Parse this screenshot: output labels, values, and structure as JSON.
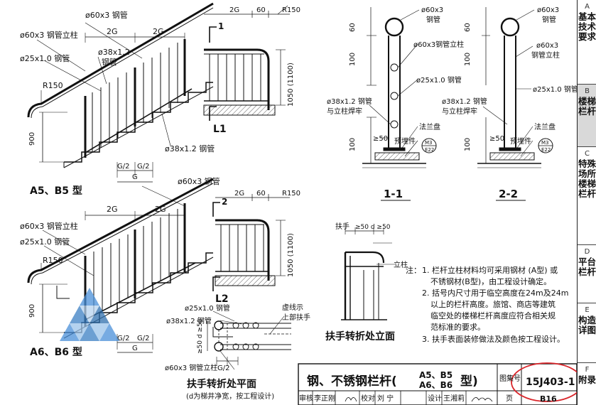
{
  "views": {
    "a5_label": "A5、B5 型",
    "a6_label": "A6、B6 型",
    "plan_title": "扶手转折处平面",
    "plan_note": "(d为梯井净宽，按工程设计)",
    "elev_title": "扶手转折处立面",
    "section1_label": "1-1",
    "section2_label": "2-2",
    "detail1_marker": "1",
    "detail1_label": "L1",
    "detail2_marker": "2",
    "detail2_label": "L2"
  },
  "dims": {
    "two_g": "2G",
    "g": "G",
    "g_half": "G/2",
    "d60": "60",
    "d100": "100",
    "d50": "≥50",
    "d900": "900",
    "d1050": "1050 (1100)",
    "elev_dim": "≥50 d ≥50",
    "plan_dim": "≥50 d ≥50"
  },
  "labels": {
    "rail60": "ø60x3 钢管",
    "post60": "ø60x3 钢管立柱",
    "bar25": "ø25x1.0 钢管",
    "bar38_a": "ø38x1.2",
    "bar38_b": "钢管",
    "bar38_full": "ø38x1.2 钢管",
    "r150": "R150",
    "s1_rail_a": "ø60x3",
    "s1_rail_b": "钢管",
    "s1_post": "ø60x3钢管立柱",
    "s1_bar25": "ø25x1.0 钢管",
    "s1_weld_a": "ø38x1.2 钢管",
    "s1_weld_b": "与立柱焊牢",
    "flange": "法兰盘",
    "embed": "预埋件",
    "embed_tag_a": "M3",
    "embed_tag_b": "E22",
    "s2_rail_a": "ø60x3",
    "s2_rail_b": "钢管",
    "s2_post_a": "ø60x3",
    "s2_post_b": "钢管立柱",
    "s2_bar25": "ø25x1.0 钢管",
    "s2_weld_a": "ø38x1.2 钢管",
    "s2_weld_b": "与立柱焊牢",
    "handrail": "扶手",
    "post": "立柱",
    "dash_note_a": "虚线示",
    "dash_note_b": "上部扶手"
  },
  "notes": {
    "prefix": "注：",
    "lines": [
      "1. 栏杆立柱材料均可采用钢材 (A型) 或",
      "不锈钢材(B型)，由工程设计确定。",
      "2. 括号内尺寸用于临空高度在24m及24m",
      "以上的栏杆高度。旅馆、商店等建筑",
      "临空处的楼梯栏杆高度应符合相关规",
      "范标准的要求。",
      "3. 扶手表面装修做法及颜色按工程设计。"
    ]
  },
  "title_block": {
    "title_a": "钢、不锈钢栏杆(",
    "title_b": "A5、B5",
    "title_c": "A6、B6",
    "title_d": "型)",
    "atlas_label": "图集号",
    "atlas_no": "15J403-1",
    "review_label": "审核",
    "reviewer": "李正刚",
    "check_label": "校对",
    "checker": "刘 宁",
    "design_label": "设计",
    "designer": "王湘莉",
    "page_label": "页",
    "page_no": "B16",
    "circle_color": "#d9262b"
  },
  "sidebar": [
    {
      "code": "A",
      "text": "基本技术要求",
      "active": false
    },
    {
      "code": "B",
      "text": "楼梯栏杆",
      "active": true
    },
    {
      "code": "C",
      "text": "特殊场所楼梯栏杆",
      "active": false
    },
    {
      "code": "D",
      "text": "平台栏杆",
      "active": false
    },
    {
      "code": "E",
      "text": "构造详图",
      "active": false
    },
    {
      "code": "F",
      "text": "附录",
      "active": false
    }
  ]
}
